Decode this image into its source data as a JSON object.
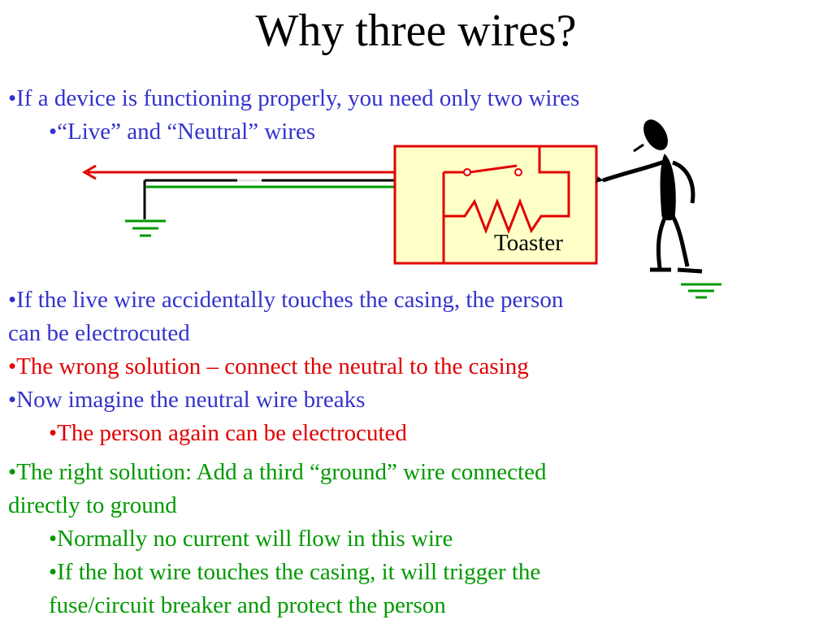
{
  "slide": {
    "title": "Why three wires?"
  },
  "bullets": {
    "b1": "•If a device is functioning properly, you need only two wires",
    "b1_sub": "•“Live” and “Neutral” wires",
    "b2_line1": "•If the live wire accidentally touches the casing, the person",
    "b2_line2": "can be electrocuted",
    "b3": "•The wrong solution – connect the neutral to the casing",
    "b4": "•Now imagine the neutral wire breaks",
    "b4_sub": "•The person again can be electrocuted",
    "b5_line1": "•The right solution:  Add a third “ground” wire connected",
    "b5_line2": "directly to ground",
    "b5_sub1": "•Normally no current will flow in this wire",
    "b5_sub2_line1": "•If the hot wire touches the casing, it will trigger the",
    "b5_sub2_line2": "fuse/circuit breaker and protect the person"
  },
  "diagram": {
    "toaster_label": "Toaster",
    "colors": {
      "live": "#e00000",
      "neutral": "#000000",
      "ground": "#009900",
      "casing_fill": "#ffffc8",
      "casing_border": "#e00000",
      "bullet_blue": "#3333cc",
      "bullet_red": "#e00000",
      "bullet_green": "#009900"
    }
  }
}
